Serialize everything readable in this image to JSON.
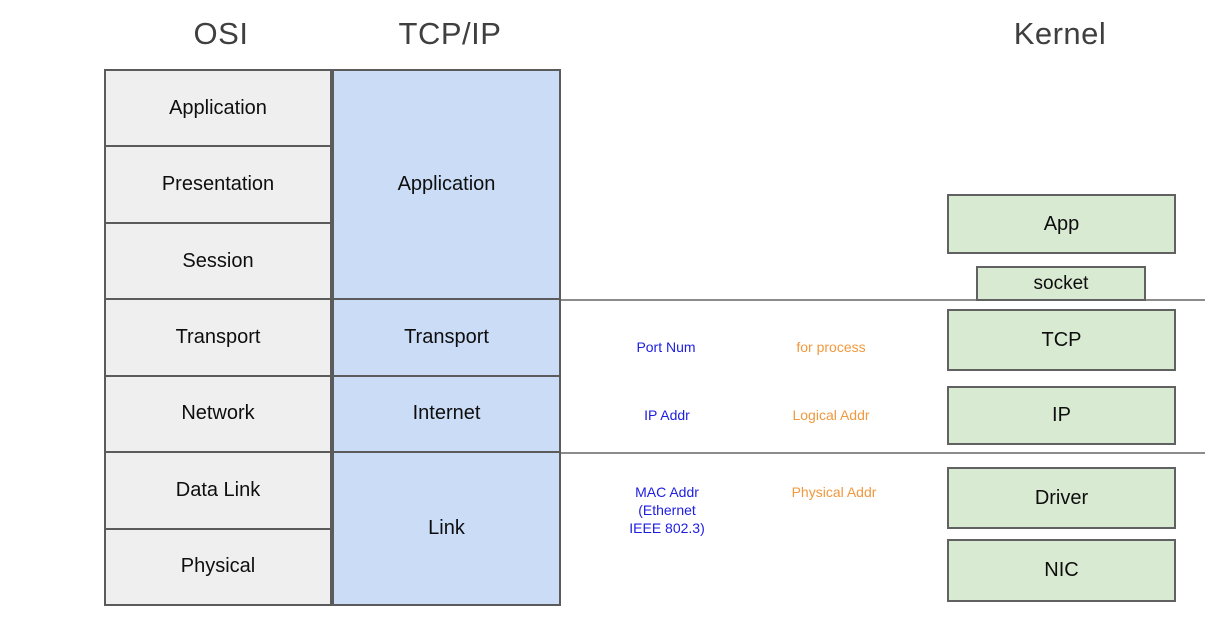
{
  "headers": {
    "osi": "OSI",
    "tcpip": "TCP/IP",
    "kernel": "Kernel"
  },
  "osi": {
    "layers": [
      "Application",
      "Presentation",
      "Session",
      "Transport",
      "Network",
      "Data Link",
      "Physical"
    ]
  },
  "tcpip": {
    "layers": [
      {
        "label": "Application",
        "osi_span": 3
      },
      {
        "label": "Transport",
        "osi_span": 1
      },
      {
        "label": "Internet",
        "osi_span": 1
      },
      {
        "label": "Link",
        "osi_span": 2
      }
    ]
  },
  "kernel": {
    "app": "App",
    "socket": "socket",
    "tcp": "TCP",
    "ip": "IP",
    "driver": "Driver",
    "nic": "NIC"
  },
  "annotations": {
    "transport": {
      "blue": "Port Num",
      "orange": "for process"
    },
    "network": {
      "blue": "IP Addr",
      "orange": "Logical Addr"
    },
    "datalink": {
      "blue_lines": [
        "MAC Addr",
        "(Ethernet",
        "IEEE 802.3)"
      ],
      "orange": "Physical Addr"
    }
  },
  "colors": {
    "osi_fill": "#efefef",
    "tcpip_fill": "#cbdcf7",
    "kernel_fill": "#d9ead3",
    "box_border": "#5b5b5b",
    "separator_line": "#8c8c8c",
    "blue_text": "#1d1de0",
    "orange_text": "#f0993e",
    "header_text": "#3f3f3f"
  }
}
